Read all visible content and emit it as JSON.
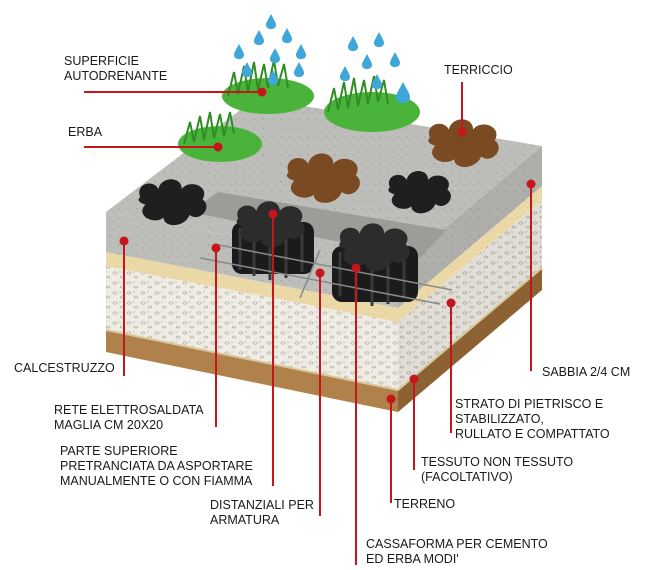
{
  "labels": {
    "superficie": [
      "SUPERFICIE",
      "AUTODRENANTE"
    ],
    "terriccio": [
      "TERRICCIO"
    ],
    "erba": [
      "ERBA"
    ],
    "calcestruzzo": [
      "CALCESTRUZZO"
    ],
    "sabbia": [
      "SABBIA 2/4 CM"
    ],
    "rete": [
      "RETE ELETTROSALDATA",
      "MAGLIA CM 20X20"
    ],
    "strato": [
      "STRATO DI PIETRISCO E",
      "STABILIZZATO,",
      "RULLATO E COMPATTATO"
    ],
    "parte": [
      "PARTE SUPERIORE",
      "PRETRANCIATA DA ASPORTARE",
      "MANUALMENTE O CON FIAMMA"
    ],
    "tessuto": [
      "TESSUTO NON TESSUTO",
      "(FACOLTATIVO)"
    ],
    "distanziali": [
      "DISTANZIALI PER",
      "ARMATURA"
    ],
    "terreno": [
      "TERRENO"
    ],
    "cassaforma": [
      "CASSAFORMA PER CEMENTO",
      "ED ERBA MODI'"
    ]
  },
  "colors": {
    "leader_line": "#c4161c",
    "concrete": "#b9b9b6",
    "soil": "#8a5a2b",
    "sand": "#ecd9a8",
    "gravel": "#efece4",
    "ground": "#b0814a",
    "grass": "#49b83a",
    "formwork": "#1e1e1e",
    "water": "#3ea6d9"
  }
}
